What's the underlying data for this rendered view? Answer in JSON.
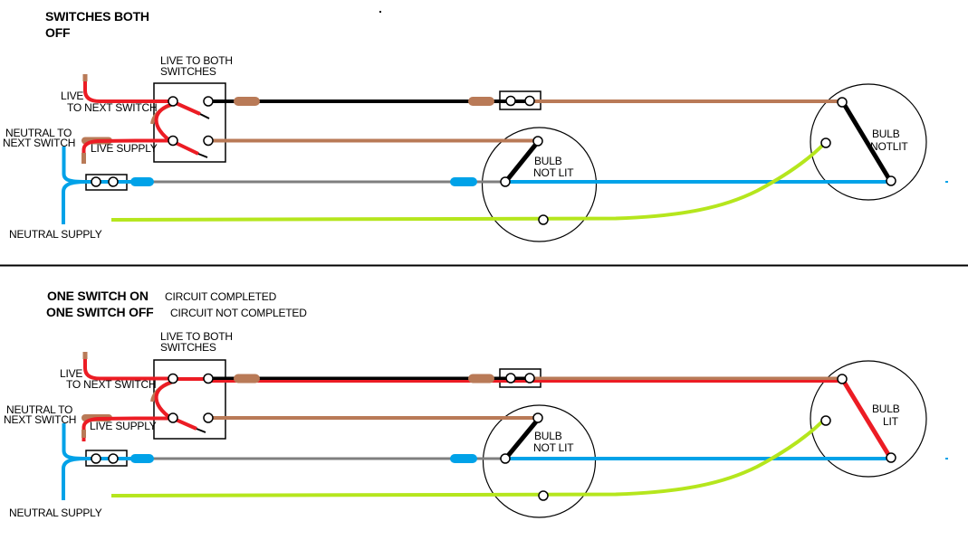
{
  "colors": {
    "live_red": "#ec1c24",
    "neutral_blue": "#00a2e8",
    "earth_lime": "#b5e61d",
    "brown": "#b97a57",
    "neutral_gray": "#7f7f7f",
    "black": "#000000"
  },
  "top_diagram": {
    "title_line1": "SWITCHES BOTH",
    "title_line2": "OFF",
    "live_to_both_line1": "LIVE TO BOTH",
    "live_to_both_line2": "SWITCHES",
    "live": "LIVE",
    "to_next_switch": "TO NEXT SWITCH",
    "neutral_to": "NEUTRAL TO",
    "next_switch": "NEXT SWITCH",
    "live_supply": "LIVE SUPPLY",
    "neutral_supply": "NEUTRAL SUPPLY",
    "mid_bulb_line1": "BULB",
    "mid_bulb_line2": "NOT LIT",
    "right_bulb_line1": "BULB",
    "right_bulb_line2": "NOTLIT"
  },
  "bottom_diagram": {
    "title_on": "ONE SWITCH ON",
    "title_on_note": "CIRCUIT COMPLETED",
    "title_off": "ONE SWITCH OFF",
    "title_off_note": "CIRCUIT NOT COMPLETED",
    "live_to_both_line1": "LIVE TO BOTH",
    "live_to_both_line2": "SWITCHES",
    "live": "LIVE",
    "to_next_switch": "TO NEXT SWITCH",
    "neutral_to": "NEUTRAL TO",
    "next_switch": "NEXT SWITCH",
    "live_supply": "LIVE SUPPLY",
    "neutral_supply": "NEUTRAL SUPPLY",
    "mid_bulb_line1": "BULB",
    "mid_bulb_line2": "NOT LIT",
    "right_bulb_line1": "BULB",
    "right_bulb_line2": "LIT"
  }
}
